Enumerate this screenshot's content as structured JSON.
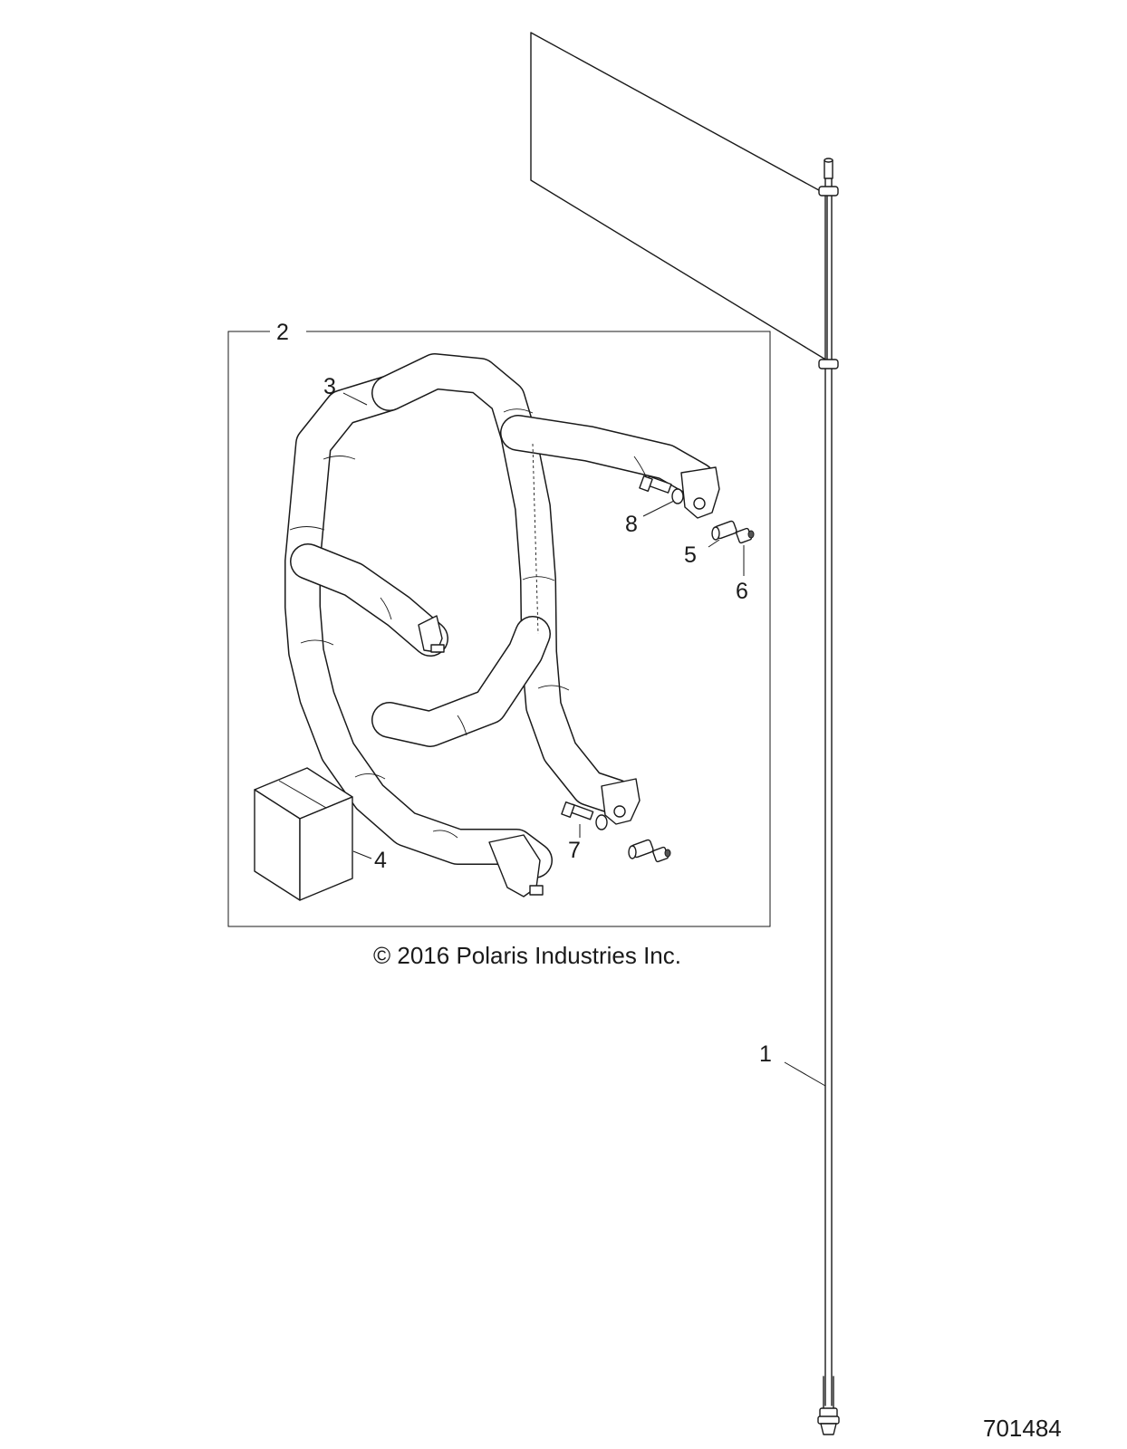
{
  "diagram": {
    "callouts": [
      {
        "id": "1",
        "label": "1"
      },
      {
        "id": "2",
        "label": "2"
      },
      {
        "id": "3",
        "label": "3"
      },
      {
        "id": "4",
        "label": "4"
      },
      {
        "id": "5",
        "label": "5"
      },
      {
        "id": "6",
        "label": "6"
      },
      {
        "id": "7",
        "label": "7"
      },
      {
        "id": "8",
        "label": "8"
      }
    ],
    "copyright": "© 2016 Polaris Industries Inc.",
    "drawing_number": "701484"
  },
  "colors": {
    "line": "#1a1a1a",
    "background": "#ffffff"
  }
}
